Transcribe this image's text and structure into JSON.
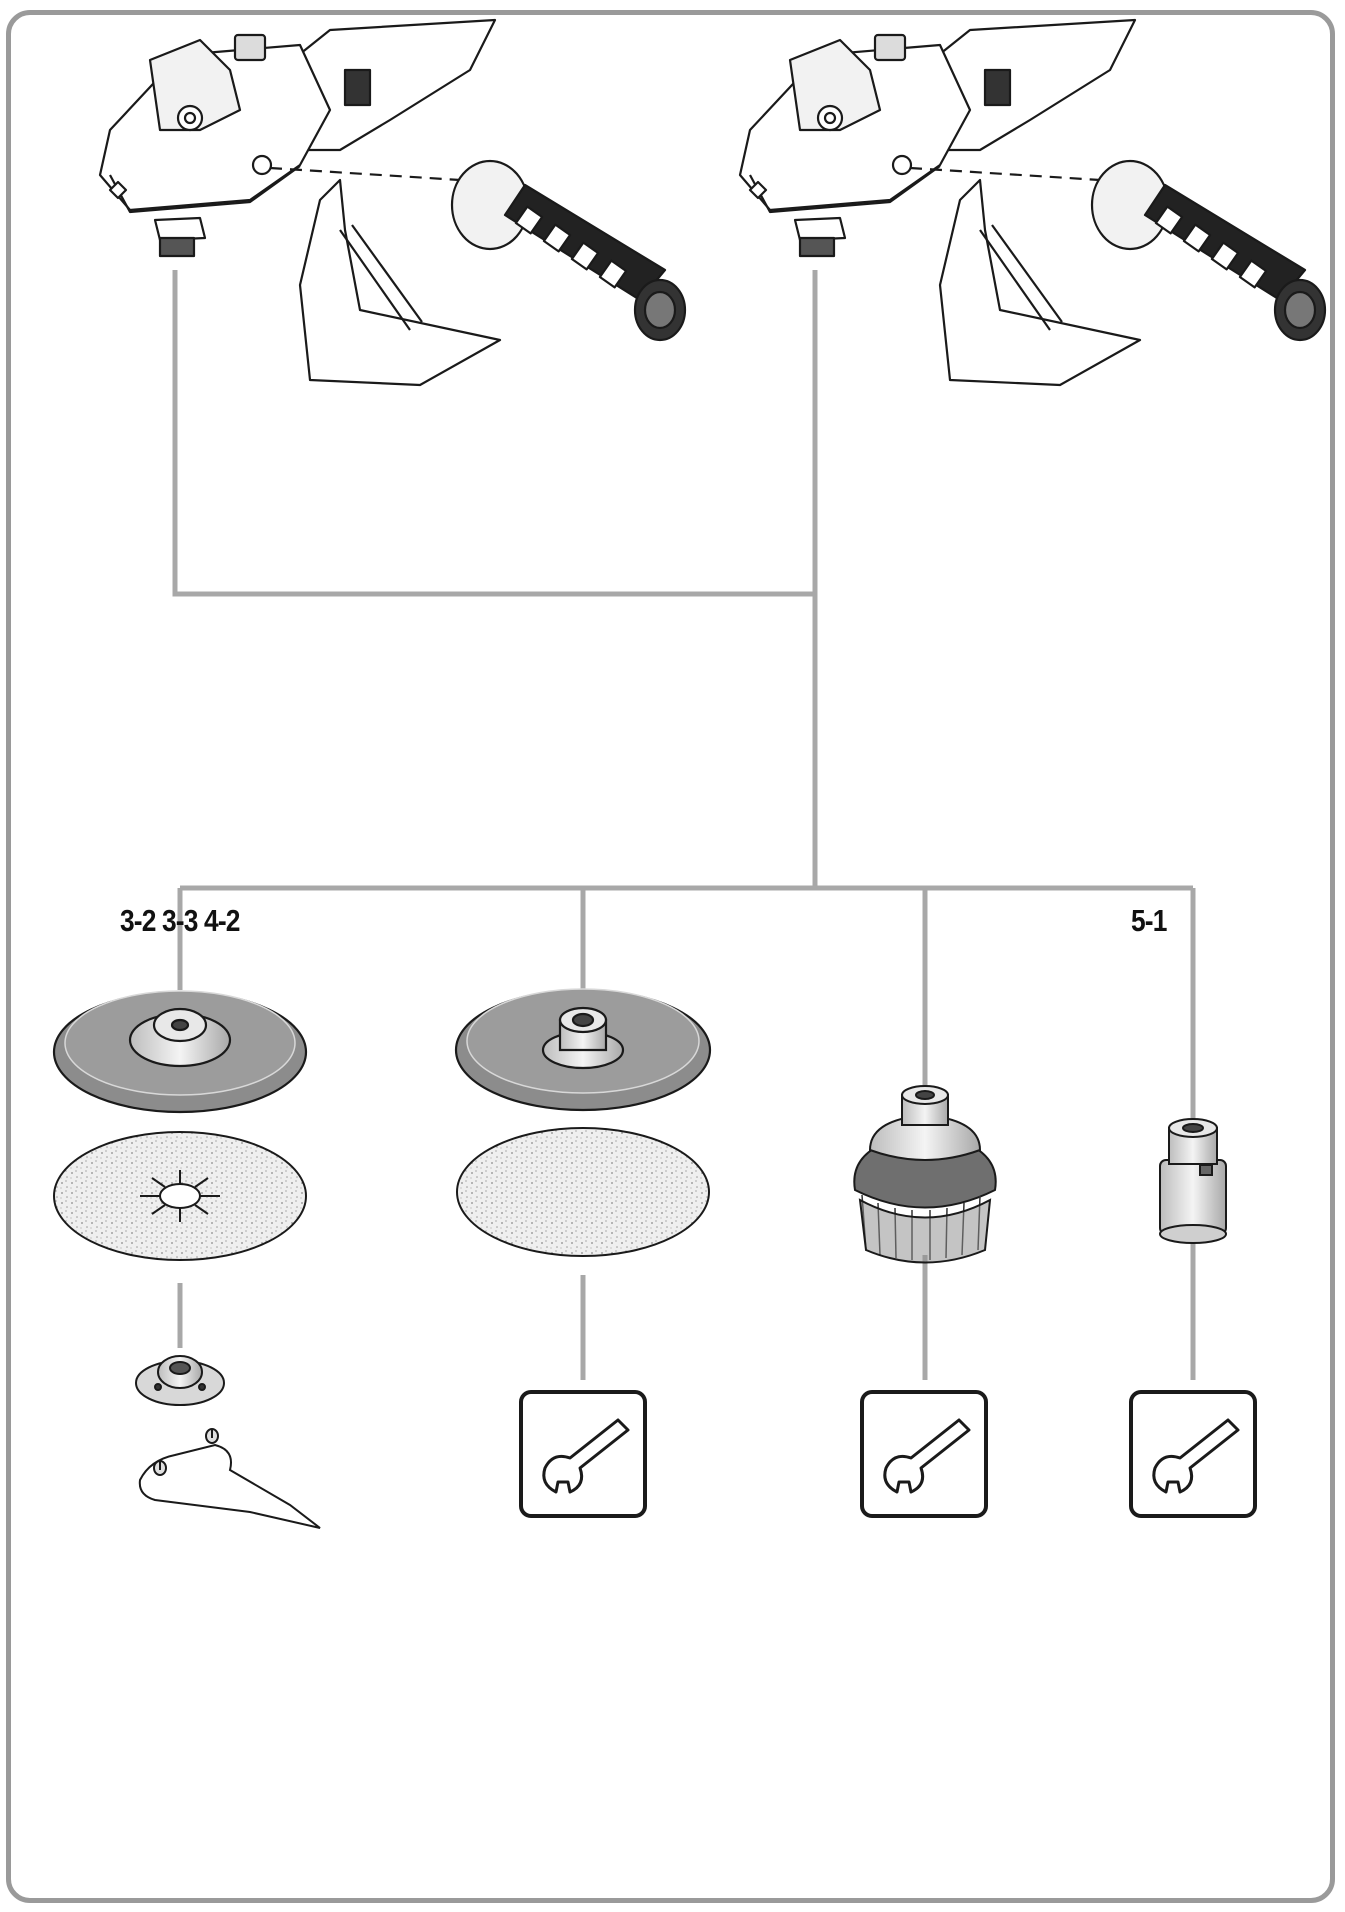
{
  "labels": {
    "left_group": "3-2 3-3 4-2",
    "right_group": "5-1"
  },
  "tools": [
    {
      "name": "angle-grinder-left",
      "icon": "angle-grinder-icon"
    },
    {
      "name": "angle-grinder-right",
      "icon": "angle-grinder-icon"
    }
  ],
  "accessories": [
    {
      "name": "backing-pad-with-clamp-nut",
      "parts": [
        "backing-pad",
        "sanding-disc",
        "clamp-nut",
        "pin-spanner"
      ]
    },
    {
      "name": "backing-pad-threaded",
      "parts": [
        "backing-pad",
        "sanding-disc",
        "wrench-symbol"
      ]
    },
    {
      "name": "cup-wire-brush",
      "parts": [
        "wire-brush",
        "wrench-symbol"
      ]
    },
    {
      "name": "core-bit-adapter",
      "parts": [
        "adapter",
        "wrench-symbol"
      ]
    }
  ],
  "colors": {
    "frame": "#9a9a9a",
    "connector": "#a8a8a8",
    "line_art": "#1a1a1a",
    "disc_gray": "#8c8c8c"
  }
}
